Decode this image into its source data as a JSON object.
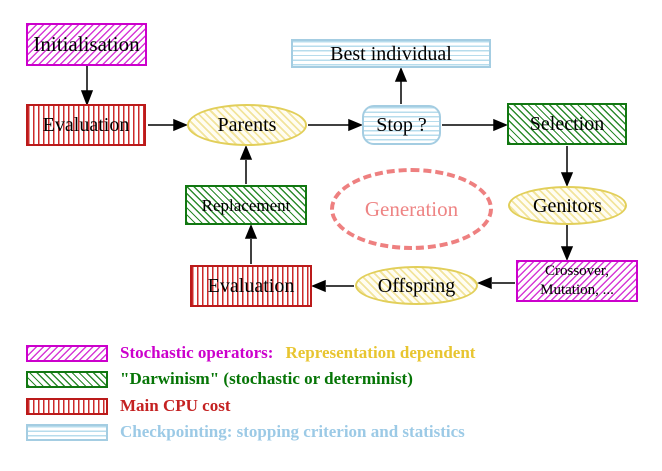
{
  "diagram": {
    "title_hint": "evolutionary-algorithm-flow",
    "nodes": {
      "initialisation": {
        "label": "Initialisation",
        "style": "magenta-diagonal-hatch"
      },
      "evaluation_top": {
        "label": "Evaluation",
        "style": "red-vertical-stripes"
      },
      "parents": {
        "label": "Parents",
        "style": "yellow-ellipse"
      },
      "best_individual": {
        "label": "Best individual",
        "style": "cyan-horizontal-stripes"
      },
      "stop": {
        "label": "Stop ?",
        "style": "cyan-horizontal-stripes-rounded"
      },
      "selection": {
        "label": "Selection",
        "style": "green-diagonal-hatch"
      },
      "genitors": {
        "label": "Genitors",
        "style": "yellow-ellipse"
      },
      "crossover_mutation": {
        "line1": "Crossover,",
        "line2": "Mutation, ...",
        "style": "magenta-diagonal-hatch"
      },
      "offspring": {
        "label": "Offspring",
        "style": "yellow-ellipse"
      },
      "evaluation_bottom": {
        "label": "Evaluation",
        "style": "red-vertical-stripes"
      },
      "replacement": {
        "label": "Replacement",
        "style": "green-diagonal-hatch"
      },
      "generation": {
        "label": "Generation",
        "style": "salmon-dashed-ellipse"
      }
    },
    "edges": [
      {
        "from": "initialisation",
        "to": "evaluation_top"
      },
      {
        "from": "evaluation_top",
        "to": "parents"
      },
      {
        "from": "parents",
        "to": "stop"
      },
      {
        "from": "stop",
        "to": "best_individual"
      },
      {
        "from": "stop",
        "to": "selection"
      },
      {
        "from": "selection",
        "to": "genitors"
      },
      {
        "from": "genitors",
        "to": "crossover_mutation"
      },
      {
        "from": "crossover_mutation",
        "to": "offspring"
      },
      {
        "from": "offspring",
        "to": "evaluation_bottom"
      },
      {
        "from": "evaluation_bottom",
        "to": "replacement"
      },
      {
        "from": "replacement",
        "to": "parents"
      }
    ]
  },
  "legend": {
    "items": [
      {
        "pattern": "magenta-diagonal-hatch",
        "label": "Stochastic operators:",
        "label2": "Representation dependent"
      },
      {
        "pattern": "green-diagonal-hatch",
        "label": "\"Darwinism\" (stochastic or determinist)"
      },
      {
        "pattern": "red-vertical-stripes",
        "label": "Main CPU cost"
      },
      {
        "pattern": "cyan-horizontal-stripes",
        "label": "Checkpointing: stopping criterion and statistics"
      }
    ]
  },
  "colors": {
    "magenta": "#cc00cc",
    "green": "#117711",
    "red": "#c42121",
    "cyan": "#9ccae6",
    "gold": "#e8c530",
    "salmon": "#ee8080",
    "yellow_node_border": "#e2cf5a",
    "text": "#000000",
    "background": "#ffffff"
  }
}
